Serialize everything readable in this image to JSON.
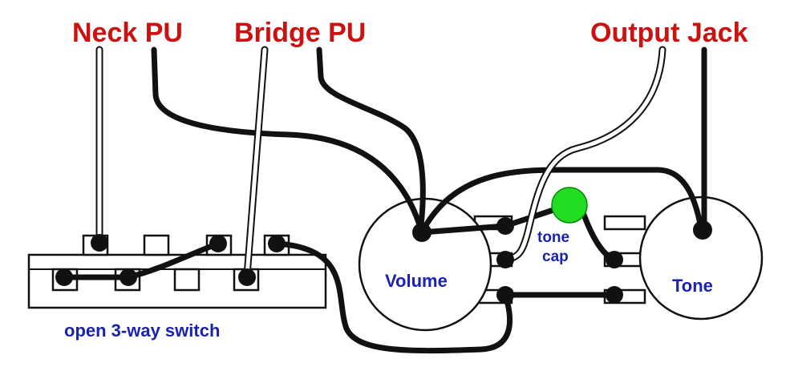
{
  "labels": {
    "neck_pu": "Neck PU",
    "bridge_pu": "Bridge PU",
    "output_jack": "Output Jack",
    "volume": "Volume",
    "tone": "Tone",
    "tone_cap_line1": "tone",
    "tone_cap_line2": "cap",
    "switch": "open 3-way switch"
  },
  "colors": {
    "heading": "#cc1111",
    "label": "#1a22b0",
    "wire_black": "#111111",
    "wire_white": "#ffffff",
    "capacitor": "#22dd22"
  }
}
